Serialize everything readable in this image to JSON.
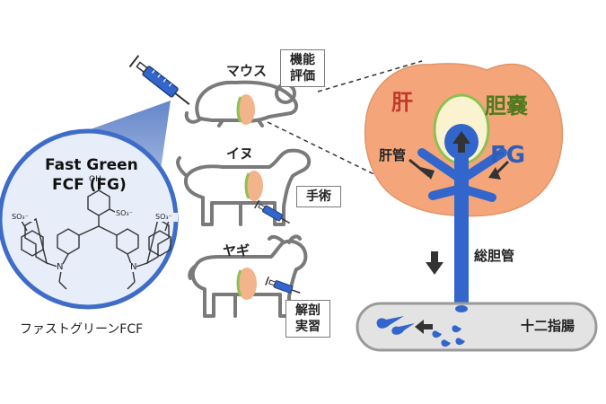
{
  "labels": {
    "compound_name_line1": "Fast Green",
    "compound_name_line2": "FCF (FG)",
    "compound_caption": "ファストグリーンFCF",
    "mouse": "マウス",
    "dog": "イヌ",
    "goat": "ヤギ",
    "box_function_eval_line1": "機能",
    "box_function_eval_line2": "評価",
    "box_surgery": "手術",
    "box_dissection_line1": "解剖",
    "box_dissection_line2": "実習",
    "liver": "肝",
    "gallbladder": "胆嚢",
    "hepatic_duct": "肝管",
    "fg": "FG",
    "common_bile_duct": "総胆管",
    "duodenum": "十二指腸"
  },
  "chem": {
    "oh": "OH",
    "so3_left": "SO₃⁻",
    "so3_mid": "SO₃⁻",
    "so3_right": "SO₃⁻",
    "n_left": "N",
    "n_right": "N"
  },
  "colors": {
    "liver": "#f4a67a",
    "liver_text": "#c0392b",
    "gallbladder_text": "#4e7a1e",
    "bile_duct": "#3366cc",
    "fg_text": "#2f5eb8",
    "outline": "#7a7a7a",
    "gallbladder_fill": "#fbf2cf",
    "liver_in_animal": "#f2b48a",
    "gall_green": "#8cc152",
    "circle_border": "#3e6cc8",
    "circle_fill": "#e7eef9",
    "duodenum_fill": "#e3e3e3"
  }
}
